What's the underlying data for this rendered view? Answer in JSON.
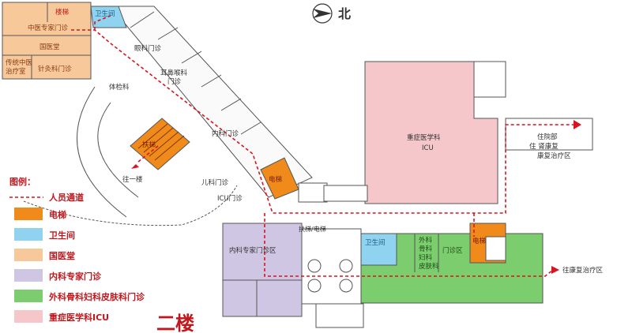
{
  "compass": {
    "label": "北"
  },
  "floor_title": "二楼",
  "colors": {
    "elevator": "#f08a1a",
    "toilet": "#8fd3f0",
    "tcm": "#f7c99a",
    "internal": "#cfc6e3",
    "surgery": "#7ccd6e",
    "icu": "#f5c7cb",
    "path": "#d9141e"
  },
  "legend": {
    "title": "图例：",
    "items": [
      {
        "label": "人员通道",
        "type": "path"
      },
      {
        "label": "电梯",
        "type": "elevator"
      },
      {
        "label": "卫生间",
        "type": "toilet"
      },
      {
        "label": "国医堂",
        "type": "tcm"
      },
      {
        "label": "内科专家门诊",
        "type": "internal"
      },
      {
        "label": "外科骨科妇科皮肤科门诊",
        "type": "surgery"
      },
      {
        "label": "重症医学科ICU",
        "type": "icu"
      }
    ]
  },
  "rooms": {
    "stair_top": "楼梯",
    "toilet_top": "卫生间",
    "tcm_expert": "中医专家门诊",
    "guoyitang": "国医堂",
    "trad_center_1": "传统中医",
    "trad_center_2": "治疗室",
    "acupuncture": "针灸科门诊",
    "ortho_clinic": "眼科门诊",
    "ent_clinic_1": "耳鼻喉科",
    "ent_clinic_2": "门诊",
    "exam": "体检科",
    "internal_clinic": "内科门诊",
    "escalator_top": "扶梯",
    "escalator_down": "往一楼",
    "elevator_mid": "电梯",
    "pediatric_1": "儿科门诊",
    "pediatric_2": "ICU门诊",
    "icu_name": "重症医学科",
    "icu_code": "ICU",
    "inpatient_1": "住院部",
    "inpatient_2": "住 肾康复",
    "inpatient_3": "康复治疗区",
    "internal_expert": "内科专家门诊区",
    "escalator_bottom": "扶梯/电梯",
    "toilet_bottom": "卫生间",
    "surgery_1": "外科",
    "surgery_2": "骨科",
    "surgery_3": "妇科",
    "surgery_4": "皮肤科",
    "surgery_area": "门诊区",
    "elevator_bottom": "电梯",
    "to_rehab": "往康复治疗区"
  }
}
